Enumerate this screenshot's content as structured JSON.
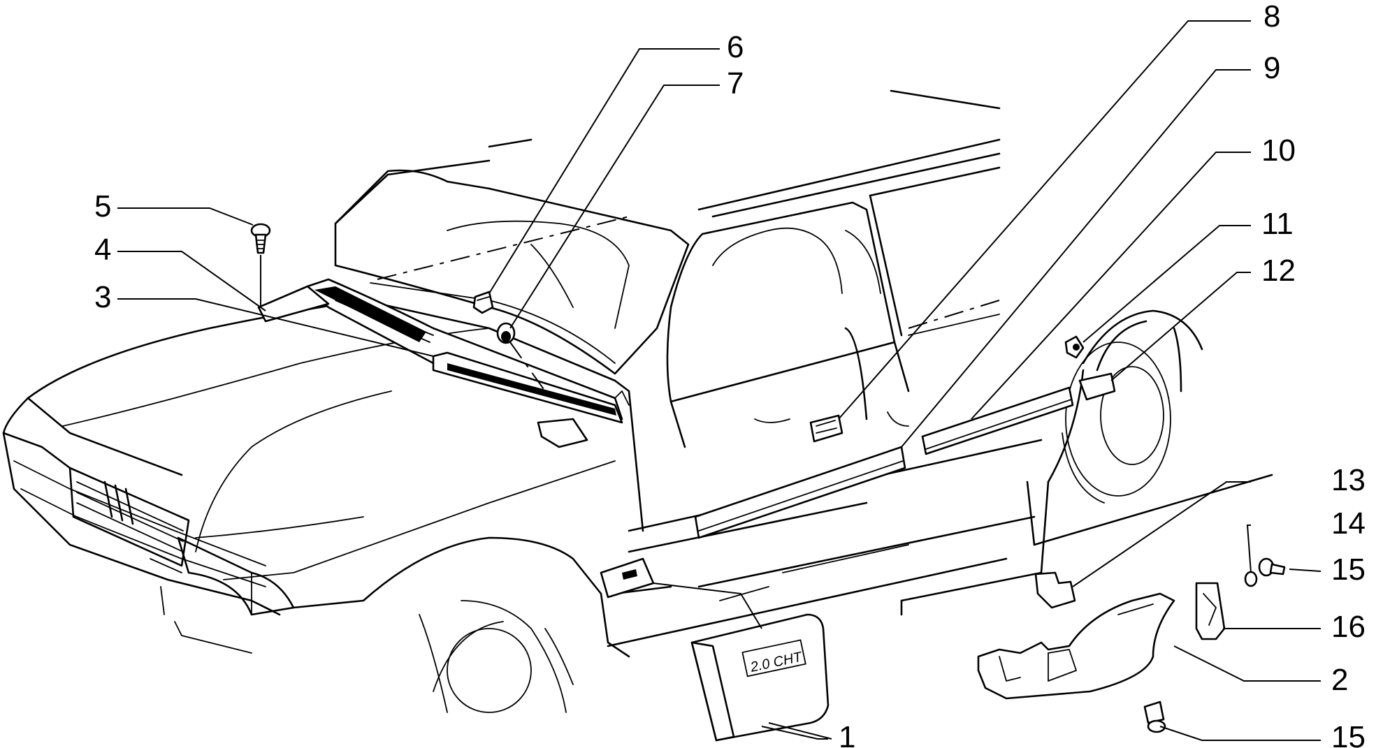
{
  "callouts": [
    {
      "id": "1",
      "label": "1"
    },
    {
      "id": "2",
      "label": "2"
    },
    {
      "id": "3",
      "label": "3"
    },
    {
      "id": "4",
      "label": "4"
    },
    {
      "id": "5",
      "label": "5"
    },
    {
      "id": "6",
      "label": "6"
    },
    {
      "id": "7",
      "label": "7"
    },
    {
      "id": "8",
      "label": "8"
    },
    {
      "id": "9",
      "label": "9"
    },
    {
      "id": "10",
      "label": "10"
    },
    {
      "id": "11",
      "label": "11"
    },
    {
      "id": "12",
      "label": "12"
    },
    {
      "id": "13",
      "label": "13"
    },
    {
      "id": "14",
      "label": "14"
    },
    {
      "id": "15a",
      "label": "15"
    },
    {
      "id": "16",
      "label": "16"
    },
    {
      "id": "15b",
      "label": "15"
    }
  ],
  "badge": {
    "text": "2.0 CHT"
  }
}
